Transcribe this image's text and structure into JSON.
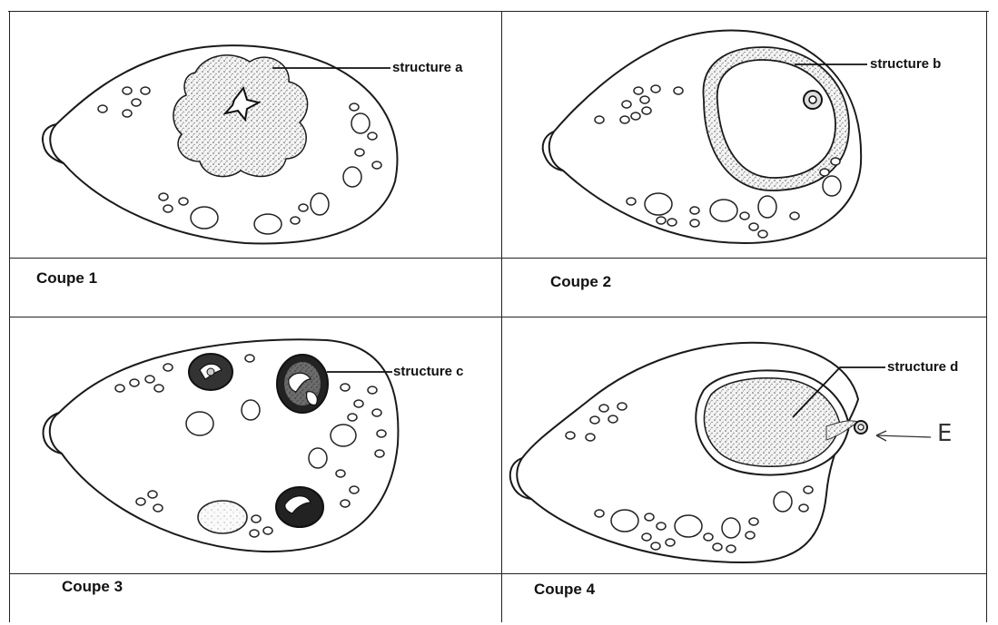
{
  "cells": [
    {
      "label": "Coupe 1",
      "callout": "structure a"
    },
    {
      "label": "Coupe 2",
      "callout": "structure b"
    },
    {
      "label": "Coupe 3",
      "callout": "structure c"
    },
    {
      "label": "Coupe 4",
      "callout": "structure d"
    }
  ],
  "marker": "E",
  "colors": {
    "ink": "#1a1a1a",
    "dark_fill": "#2a2a2a",
    "stipple": "#eaeaea"
  }
}
